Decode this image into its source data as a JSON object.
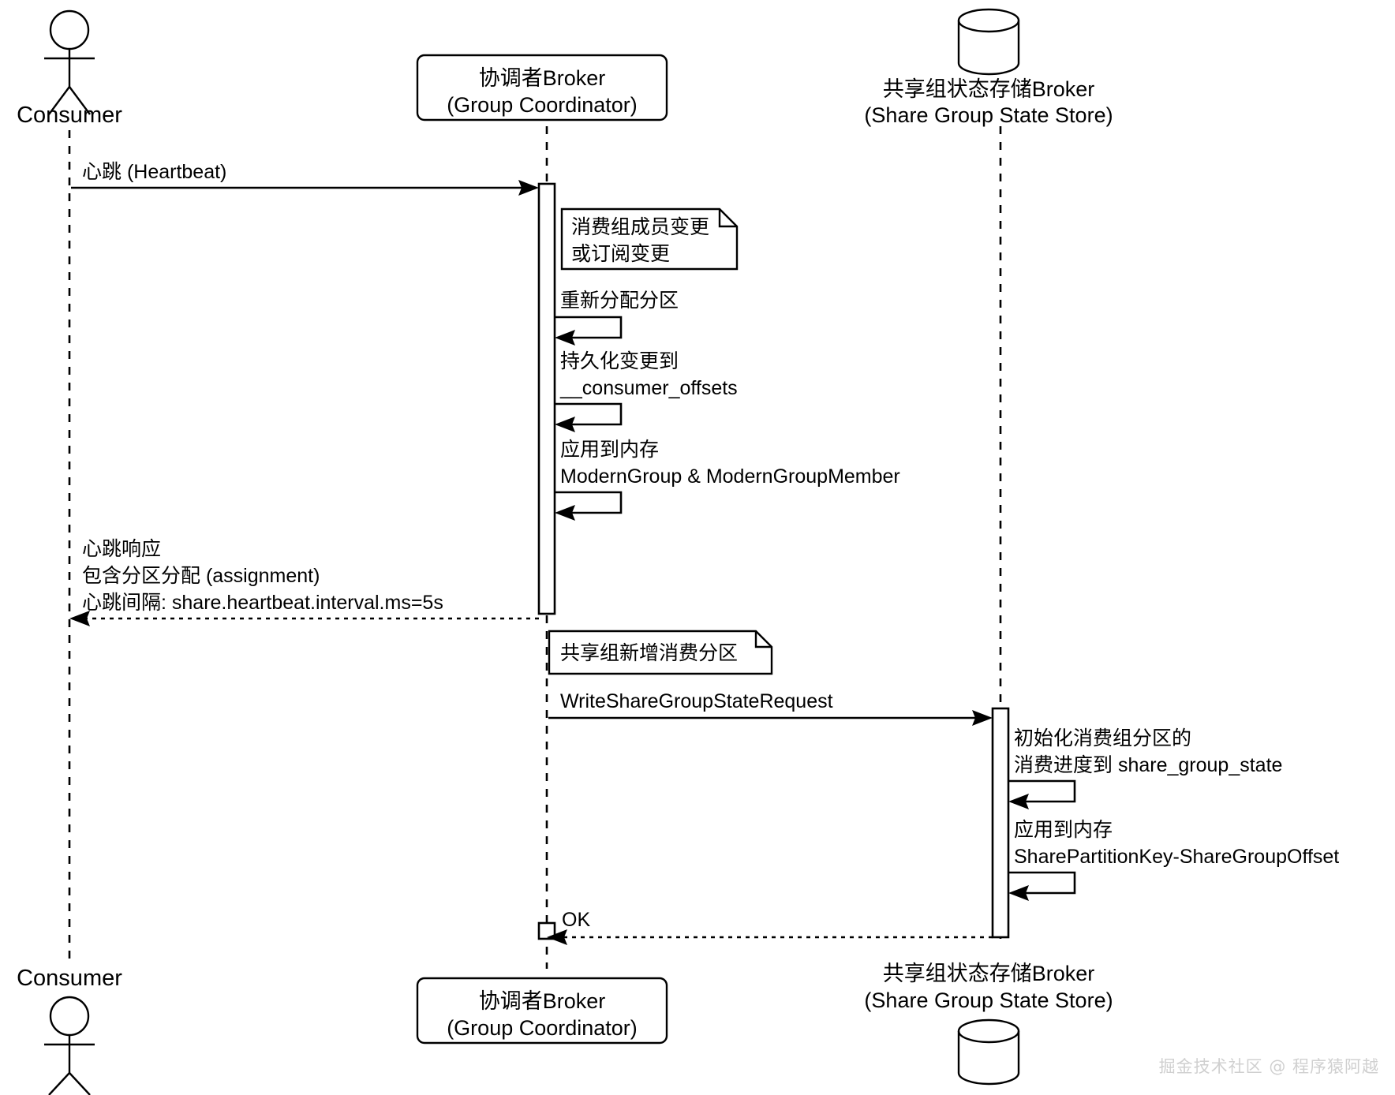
{
  "diagram": {
    "type": "sequence-diagram",
    "title": "Kafka Share Group Heartbeat Sequence",
    "background_color": "#ffffff",
    "line_color": "#000000"
  },
  "participants": [
    {
      "id": "consumer",
      "kind": "actor",
      "top_label": "Consumer",
      "bottom_label": "Consumer"
    },
    {
      "id": "coordinator",
      "kind": "box",
      "line1": "协调者Broker",
      "line2": "(Group Coordinator)",
      "bottom_line1": "协调者Broker",
      "bottom_line2": "(Group Coordinator)"
    },
    {
      "id": "statestore",
      "kind": "database",
      "line1": "共享组状态存储Broker",
      "line2": "(Share Group State Store)",
      "bottom_line1": "共享组状态存储Broker",
      "bottom_line2": "(Share Group State Store)"
    }
  ],
  "messages": [
    {
      "id": "m1",
      "from": "consumer",
      "to": "coordinator",
      "style": "solid",
      "label": "心跳 (Heartbeat)"
    },
    {
      "id": "m2",
      "from": "coordinator",
      "to": "coordinator",
      "style": "self",
      "label": "重新分配分区"
    },
    {
      "id": "m3",
      "from": "coordinator",
      "to": "coordinator",
      "style": "self",
      "label_line1": "持久化变更到",
      "label_line2": "__consumer_offsets"
    },
    {
      "id": "m4",
      "from": "coordinator",
      "to": "coordinator",
      "style": "self",
      "label_line1": "应用到内存",
      "label_line2": "ModernGroup & ModernGroupMember"
    },
    {
      "id": "m5",
      "from": "coordinator",
      "to": "consumer",
      "style": "dashed",
      "label_line1": "心跳响应",
      "label_line2": "包含分区分配 (assignment)",
      "label_line3": "心跳间隔: share.heartbeat.interval.ms=5s"
    },
    {
      "id": "m6",
      "from": "coordinator",
      "to": "statestore",
      "style": "solid",
      "label": "WriteShareGroupStateRequest"
    },
    {
      "id": "m7",
      "from": "statestore",
      "to": "statestore",
      "style": "self",
      "label_line1": "初始化消费组分区的",
      "label_line2": "消费进度到 share_group_state"
    },
    {
      "id": "m8",
      "from": "statestore",
      "to": "statestore",
      "style": "self",
      "label_line1": "应用到内存",
      "label_line2": "SharePartitionKey-ShareGroupOffset"
    },
    {
      "id": "m9",
      "from": "statestore",
      "to": "coordinator",
      "style": "dashed",
      "label": "OK"
    }
  ],
  "notes": [
    {
      "id": "note1",
      "anchor": "coordinator",
      "line1": "消费组成员变更",
      "line2": "或订阅变更"
    },
    {
      "id": "note2",
      "anchor": "coordinator",
      "line1": "共享组新增消费分区"
    }
  ],
  "watermark": {
    "text": "掘金技术社区 @ 程序猿阿越",
    "color": "#d0d0d0"
  }
}
